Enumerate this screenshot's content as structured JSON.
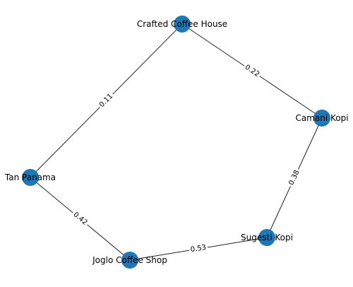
{
  "graph": {
    "colors": {
      "node": "#1f77b4",
      "edge": "#222222",
      "background": "#ffffff"
    },
    "nodes": [
      {
        "id": "crafted",
        "label": "Crafted Coffee House"
      },
      {
        "id": "camani",
        "label": "Camani Kopi"
      },
      {
        "id": "sugesti",
        "label": "Sugesti Kopi"
      },
      {
        "id": "joglo",
        "label": "Joglo Coffee Shop"
      },
      {
        "id": "tan",
        "label": "Tan Panama"
      }
    ],
    "edges": [
      {
        "source": "crafted",
        "target": "camani",
        "weight": "0.22"
      },
      {
        "source": "camani",
        "target": "sugesti",
        "weight": "0.38"
      },
      {
        "source": "sugesti",
        "target": "joglo",
        "weight": "0.53"
      },
      {
        "source": "joglo",
        "target": "tan",
        "weight": "0.42"
      },
      {
        "source": "tan",
        "target": "crafted",
        "weight": "0.11"
      }
    ]
  }
}
